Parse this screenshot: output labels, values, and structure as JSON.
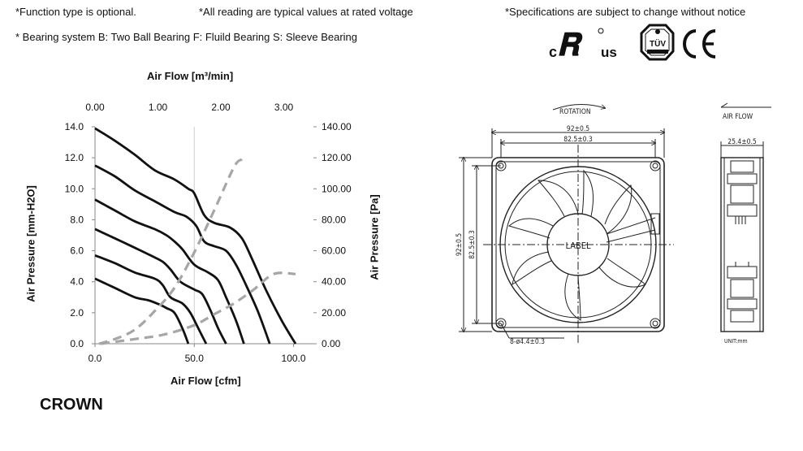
{
  "notes": {
    "function_optional": "*Function type is optional.",
    "typical_values": "*All reading are typical values at rated voltage",
    "spec_change": "*Specifications are subject to change without notice",
    "bearing": "* Bearing system  B: Two Ball Bearing  F: Fluild Bearing  S: Sleeve Bearing"
  },
  "certifications": {
    "ul_left": "c",
    "ul_right": "us",
    "tuv": "TÜV",
    "ce": "CE"
  },
  "brand": "CROWN",
  "chart_data": {
    "type": "line",
    "title": "",
    "top_axis_label": "Air Flow [m³/min]",
    "top_ticks": [
      "0.00",
      "1.00",
      "2.00",
      "3.00"
    ],
    "top_tick_values": [
      0,
      1,
      2,
      3
    ],
    "xlabel": "Air Flow [cfm]",
    "x_ticks": [
      "0.0",
      "50.0",
      "100.0"
    ],
    "x_tick_values": [
      0,
      50,
      100
    ],
    "xlim": [
      0,
      110
    ],
    "ylabel_left": "Air Pressure [mm-H2O]",
    "left_ticks": [
      "0.0",
      "2.0",
      "4.0",
      "6.0",
      "8.0",
      "10.0",
      "12.0",
      "14.0"
    ],
    "left_tick_values": [
      0,
      2,
      4,
      6,
      8,
      10,
      12,
      14
    ],
    "ylim": [
      0,
      14
    ],
    "ylabel_right": "Air Pressure [Pa]",
    "right_ticks": [
      "0.00",
      "20.00",
      "40.00",
      "60.00",
      "80.00",
      "100.00",
      "120.00",
      "140.00"
    ],
    "right_tick_values": [
      0,
      20,
      40,
      60,
      80,
      100,
      120,
      140
    ],
    "grid": "vertical line at x = 50",
    "series": [
      {
        "style": "solid",
        "points": [
          [
            0,
            13.9
          ],
          [
            10,
            13.1
          ],
          [
            20,
            12.2
          ],
          [
            30,
            11.2
          ],
          [
            40,
            10.6
          ],
          [
            47,
            10.0
          ],
          [
            50,
            9.7
          ],
          [
            55,
            8.3
          ],
          [
            60,
            7.8
          ],
          [
            68,
            7.5
          ],
          [
            74,
            6.8
          ],
          [
            79,
            5.5
          ],
          [
            86,
            3.5
          ],
          [
            94,
            1.5
          ],
          [
            101,
            0
          ]
        ]
      },
      {
        "style": "solid",
        "points": [
          [
            0,
            11.5
          ],
          [
            10,
            10.8
          ],
          [
            20,
            9.9
          ],
          [
            30,
            9.2
          ],
          [
            40,
            8.5
          ],
          [
            46,
            8.2
          ],
          [
            51,
            7.6
          ],
          [
            55,
            6.6
          ],
          [
            60,
            6.3
          ],
          [
            66,
            6.0
          ],
          [
            71,
            5.1
          ],
          [
            76,
            3.8
          ],
          [
            82,
            2.1
          ],
          [
            88,
            0
          ]
        ]
      },
      {
        "style": "solid",
        "points": [
          [
            0,
            9.3
          ],
          [
            10,
            8.6
          ],
          [
            20,
            7.9
          ],
          [
            30,
            7.4
          ],
          [
            36,
            7.0
          ],
          [
            40,
            6.6
          ],
          [
            44,
            6.1
          ],
          [
            50,
            5.1
          ],
          [
            57,
            4.6
          ],
          [
            62,
            4.1
          ],
          [
            66,
            3.0
          ],
          [
            71,
            1.5
          ],
          [
            75,
            0
          ]
        ]
      },
      {
        "style": "solid",
        "points": [
          [
            0,
            7.4
          ],
          [
            10,
            6.8
          ],
          [
            20,
            6.2
          ],
          [
            28,
            5.7
          ],
          [
            34,
            5.3
          ],
          [
            38,
            4.8
          ],
          [
            43,
            4.0
          ],
          [
            50,
            3.5
          ],
          [
            54,
            3.2
          ],
          [
            58,
            2.2
          ],
          [
            62,
            1.0
          ],
          [
            66,
            0
          ]
        ]
      },
      {
        "style": "solid",
        "points": [
          [
            0,
            5.7
          ],
          [
            10,
            5.2
          ],
          [
            20,
            4.6
          ],
          [
            30,
            4.2
          ],
          [
            34,
            3.8
          ],
          [
            38,
            3.0
          ],
          [
            44,
            2.6
          ],
          [
            48,
            2.0
          ],
          [
            52,
            1.0
          ],
          [
            56,
            0
          ]
        ]
      },
      {
        "style": "solid",
        "points": [
          [
            0,
            4.2
          ],
          [
            10,
            3.6
          ],
          [
            20,
            3.0
          ],
          [
            27,
            2.8
          ],
          [
            33,
            2.5
          ],
          [
            36,
            2.3
          ],
          [
            40,
            2.0
          ],
          [
            44,
            1.0
          ],
          [
            47,
            0
          ]
        ]
      },
      {
        "style": "dashed",
        "points": [
          [
            2,
            0
          ],
          [
            10,
            0.3
          ],
          [
            20,
            0.9
          ],
          [
            30,
            2.1
          ],
          [
            40,
            3.6
          ],
          [
            50,
            5.9
          ],
          [
            60,
            8.6
          ],
          [
            70,
            11.4
          ],
          [
            74,
            11.9
          ]
        ]
      },
      {
        "style": "dashed",
        "points": [
          [
            3,
            0
          ],
          [
            20,
            0.3
          ],
          [
            35,
            0.6
          ],
          [
            50,
            1.2
          ],
          [
            60,
            1.9
          ],
          [
            70,
            2.6
          ],
          [
            80,
            3.5
          ],
          [
            90,
            4.5
          ],
          [
            101,
            4.5
          ]
        ]
      }
    ]
  },
  "drawing": {
    "front_rotation": "ROTATION",
    "dim_width_outer": "92±0.5",
    "dim_width_inner": "82.5±0.3",
    "dim_height_outer": "92±0.5",
    "dim_height_inner": "82.5±0.3",
    "label": "LABEL",
    "hole_spec": "8-ø4.4±0.3",
    "side_airflow": "AIR FLOW",
    "side_depth": "25.4±0.5",
    "unit": "UNIT:mm"
  }
}
